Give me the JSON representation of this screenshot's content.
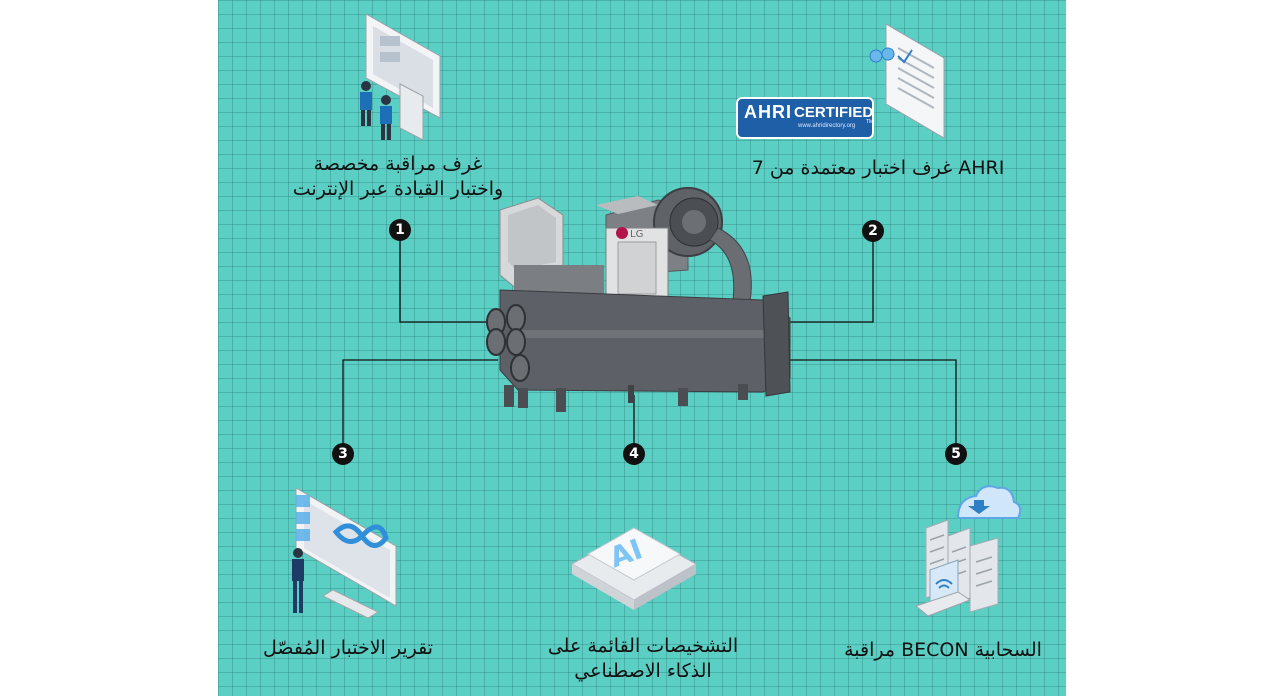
{
  "features": [
    {
      "number": "1",
      "line1": "غرف مراقبة مخصصة",
      "line2": "واختبار القيادة عبر الإنترنت",
      "icon": "monitoring-room-icon"
    },
    {
      "number": "2",
      "line1": "AHRI غرف اختبار معتمدة من 7",
      "icon": "certificate-document-icon"
    },
    {
      "number": "3",
      "line1": "تقرير الاختبار المُفصّل",
      "icon": "test-report-monitor-icon"
    },
    {
      "number": "4",
      "line1": "التشخيصات القائمة على",
      "line2": "الذكاء الاصطناعي",
      "icon": "ai-chip-icon"
    },
    {
      "number": "5",
      "line1": "السحابية BECON مراقبة",
      "icon": "cloud-servers-icon"
    }
  ],
  "ahri_badge": {
    "brand": "AHRI",
    "text": "CERTIFIED",
    "url": "www.ahridirectory.org",
    "tm": "TM"
  },
  "chiller": {
    "brand": "LG"
  },
  "colors": {
    "background": "#5ccfc4",
    "grid": "#3a9b94",
    "marker": "#111111",
    "connector": "#111111",
    "ahri_blue": "#1f5fa8",
    "chiller_body": "#5d6066"
  }
}
